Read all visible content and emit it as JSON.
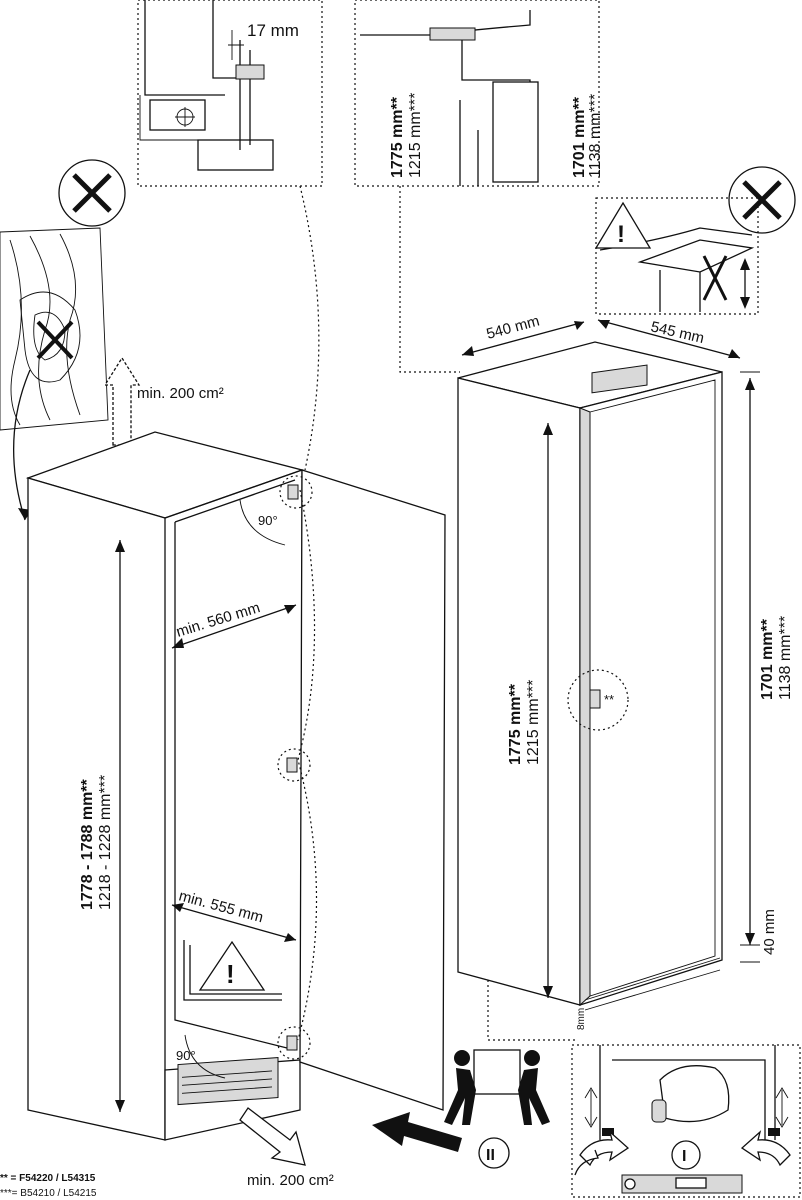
{
  "labels": {
    "inset_gap": "17 mm",
    "vent_top": "min. 200 cm²",
    "vent_bottom": "min. 200 cm²",
    "min_width_top": "min. 560 mm",
    "min_width_bottom": "min. 555 mm",
    "angle_top": "90°",
    "angle_bottom": "90°",
    "niche_height_main": "1778 - 1788 mm**",
    "niche_height_alt": "1218 - 1228 mm***",
    "appliance_width": "540 mm",
    "appliance_depth": "545 mm",
    "appliance_height_main": "1775 mm**",
    "appliance_height_alt": "1215 mm***",
    "door_height_main": "1701 mm**",
    "door_height_alt": "1138 mm***",
    "inset_h1_main": "1775 mm**",
    "inset_h1_alt": "1215 mm***",
    "inset_h2_main": "1701 mm**",
    "inset_h2_alt": "1138 mm***",
    "bottom_gap": "40 mm",
    "base_gap": "8mm",
    "hinge_mark": "**",
    "step_label": "II",
    "step_label_2": "I"
  },
  "footnotes": {
    "double_star": "** = F54220 / L54315",
    "triple_star": "***= B54210 / L54215"
  },
  "icons": [
    "prohibited-icon",
    "warning-icon",
    "ventilation-arrow-icon",
    "people-carrying-icon",
    "push-arrow-icon",
    "rotate-arrow-icon",
    "adjust-feet-icon"
  ]
}
